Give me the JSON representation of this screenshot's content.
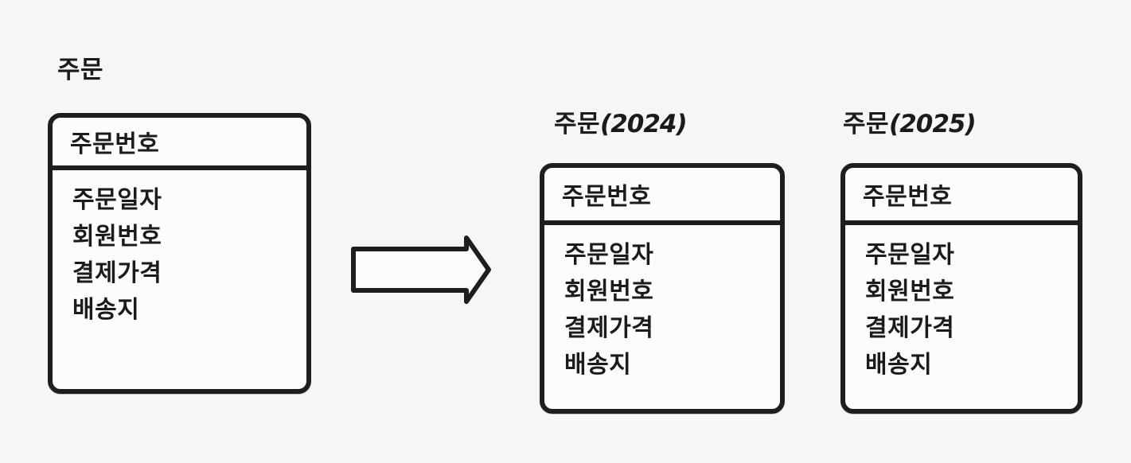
{
  "diagram": {
    "source_table": {
      "title": "주문",
      "header": "주문번호",
      "fields": [
        "주문일자",
        "회원번호",
        "결제가격",
        "배송지"
      ]
    },
    "arrow": {
      "icon": "block-arrow-right-icon",
      "direction": "right"
    },
    "target_tables": [
      {
        "title_name": "주문",
        "title_year": "(2024)",
        "header": "주문번호",
        "fields": [
          "주문일자",
          "회원번호",
          "결제가격",
          "배송지"
        ]
      },
      {
        "title_name": "주문",
        "title_year": "(2025)",
        "header": "주문번호",
        "fields": [
          "주문일자",
          "회원번호",
          "결제가격",
          "배송지"
        ]
      }
    ],
    "colors": {
      "background": "#f6f6f8",
      "shape_fill": "#fcfcfd",
      "stroke": "#1e1e1e",
      "text": "#1b1b1d"
    }
  }
}
